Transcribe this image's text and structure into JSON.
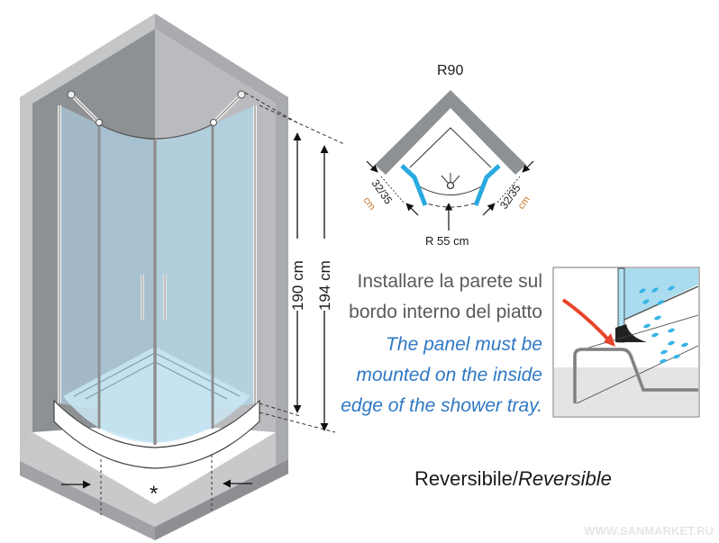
{
  "diagram": {
    "model_label": "R90",
    "radius_label": "R 55 cm",
    "adjust_left_label": "32/35",
    "adjust_left_unit": "cm",
    "adjust_right_label": "32/35",
    "adjust_right_unit": "cm",
    "height_inner_label": "190 cm",
    "height_outer_label": "194 cm",
    "width_marker": "*",
    "instruction_it": [
      "Installare la parete sul",
      "bordo interno del piatto"
    ],
    "instruction_en": [
      "The panel must be",
      "mounted on the inside",
      "edge of the shower tray."
    ],
    "reversible_it": "Reversibile/",
    "reversible_en": "Reversible",
    "watermark": "WWW.SANMARKET.RU",
    "colors": {
      "wall_dark": "#8e9194",
      "wall_light": "#b9bbbe",
      "wall_edge": "#d3d4d6",
      "glass_left": "#a3b9c8",
      "glass_right": "#b2cedd",
      "tray_water": "#c9e6f4",
      "seal_blue": "#2aa9e0",
      "arrow_red": "#e8442c",
      "text_blue": "#2f78c4"
    }
  }
}
